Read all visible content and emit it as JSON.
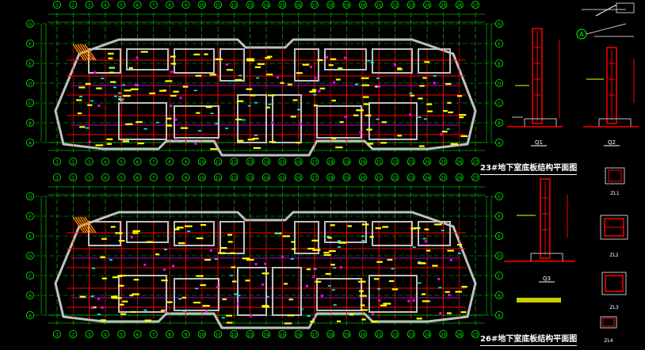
{
  "titles": {
    "plan_top": "23#地下室底板结构平面图",
    "plan_bottom": "26#地下室底板结构平面图"
  },
  "axes": {
    "rows": [
      "A",
      "B",
      "C",
      "D",
      "E",
      "F",
      "G"
    ],
    "cols": [
      "1",
      "2",
      "3",
      "4",
      "5",
      "6",
      "7",
      "8",
      "9",
      "10",
      "11",
      "12",
      "13",
      "14",
      "15",
      "16",
      "17",
      "18",
      "19",
      "20",
      "21",
      "22",
      "23",
      "24",
      "25",
      "26",
      "27"
    ]
  },
  "detail_labels": {
    "q1": "Q1",
    "q2": "Q2",
    "q3": "Q3",
    "z1": "ZL1",
    "z2": "ZL2",
    "z3": "ZL3",
    "z4": "ZL4",
    "axis_marker": "A"
  },
  "colors": {
    "background": "#000000",
    "grid": "#00ff00",
    "beam": "#ff0000",
    "wall": "#c0c0c0",
    "slab": "#ffff00",
    "aux": "#ff00ff",
    "cyan": "#00ffff",
    "orange": "#ff8c00"
  }
}
